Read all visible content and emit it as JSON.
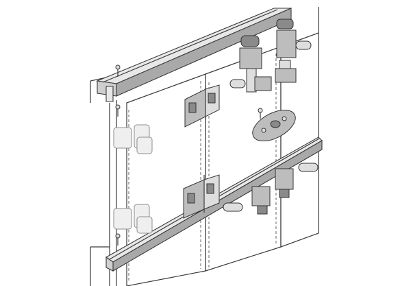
{
  "diagram": {
    "components": [
      "top-rail",
      "bottom-rail",
      "door-panel-left",
      "door-panel-right",
      "roller-carriage-top",
      "roller-carriage-bottom",
      "folding-hinge-top",
      "folding-hinge-bottom",
      "center-pivot-plate",
      "end-stop-buffer-top",
      "end-stop-buffer-bottom",
      "mounting-screw"
    ],
    "colors": {
      "line": "#3a3a3a",
      "metal": "#bdbdbd",
      "metal_dark": "#8a8a8a",
      "rail_face": "#e8e8e8",
      "ghost_hardware": "#efefef"
    }
  }
}
